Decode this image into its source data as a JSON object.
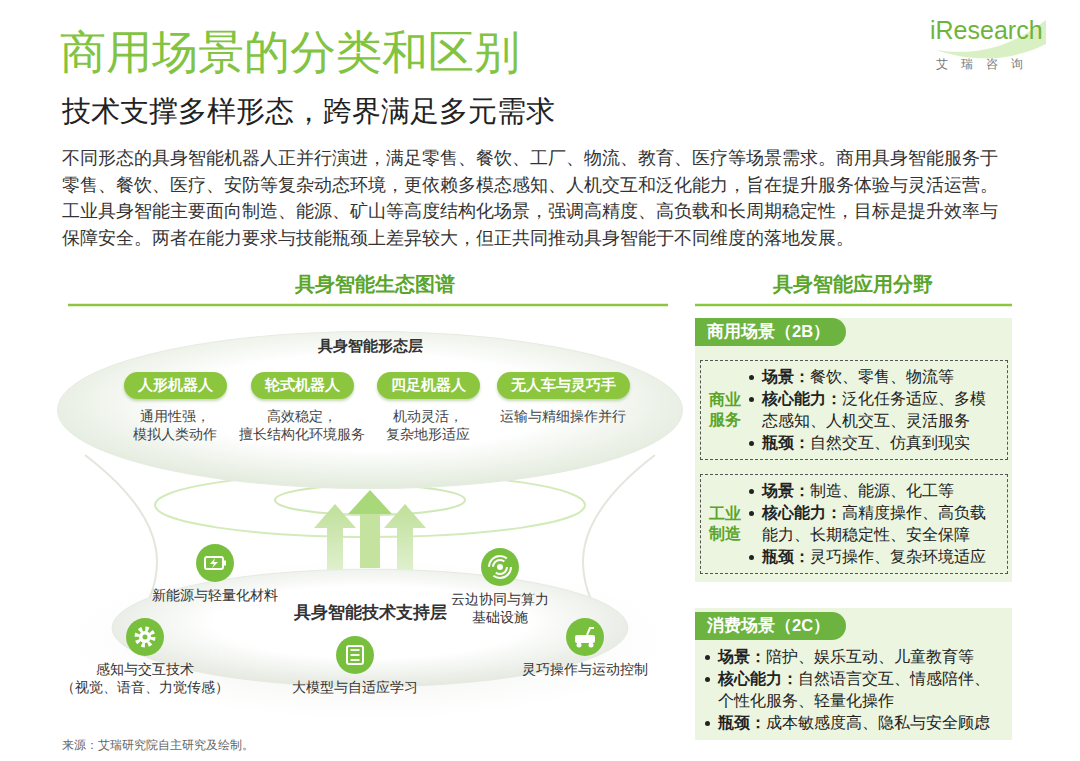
{
  "diagram": {
    "title": "商用场景的分类和区别",
    "caption": "来源：艾瑞研究院自主研究及绘制。",
    "nodes": [
      {
        "text": [
          "具身智能形态层"
        ]
      },
      {
        "text": [
          "人形机器人",
          "通用性强， 模拟人类动作"
        ],
        "in": 0
      },
      {
        "text": [
          "轮式机器人",
          "高效稳定， 擅长结构化环境服务"
        ],
        "in": 0
      },
      {
        "text": [
          "四足机器人",
          "机动灵活， 复杂地形适应"
        ],
        "in": 0
      },
      {
        "text": [
          "无人车与灵巧手",
          "运输与精细操作并行"
        ],
        "in": 0
      },
      {
        "text": [
          "具身智能技术支持层"
        ]
      },
      {
        "text": [
          "新能源与轻量化材料"
        ],
        "in": 5
      },
      {
        "text": [
          "云边协同与算力 基础设施"
        ],
        "in": 5
      },
      {
        "text": [
          "感知与交互技术 （视觉、语音、力觉传感）"
        ],
        "in": 5
      },
      {
        "text": [
          "大模型与自适应学习"
        ],
        "in": 5
      },
      {
        "text": [
          "灵巧操作与运动控制"
        ],
        "in": 5
      },
      {
        "text": [
          "商用场景（2B）"
        ]
      },
      {
        "text": [
          "商业 服务",
          "场景：餐饮、零售、物流等",
          "核心能力：泛化任务适应、多模 态感知、人机交互、灵活服务",
          "瓶颈：自然交互、仿真到现实"
        ],
        "in": 11
      },
      {
        "text": [
          "工业 制造",
          "场景：制造、能源、化工等",
          "核心能力：高精度操作、高负载 能力、长期稳定性、安全保障",
          "瓶颈：灵巧操作、复杂环境适应"
        ],
        "in": 11
      },
      {
        "text": [
          "消费场景（2C）",
          "场景：陪护、娱乐互动、儿童教育等",
          "核心能力：自然语言交互、情感陪伴、 个性化服务、轻量化操作",
          "瓶颈：成本敏感度高、隐私与安全顾虑"
        ]
      }
    ],
    "edges": [
      {
        "from": 5,
        "to": 0,
        "arrow": "to"
      }
    ],
    "labels": [
      "技术支撑多样形态，跨界满足多元需求",
      "不同形态的具身智能机器人正并行演进，满足零售、餐饮、工厂、物流、教育、医疗等场景需求。商用具身智能服务于 零售、餐饮、医疗、安防等复杂动态环境，更依赖多模态感知、人机交互和泛化能力，旨在提升服务体验与灵活运营。 工业具身智能主要面向制造、能源、矿山等高度结构化场景，强调高精度、高负载和长周期稳定性，目标是提升效率与 保障安全。两者在能力要求与技能瓶颈上差异较大，但正共同推动具身智能于不同维度的落地发展。",
      "具身智能生态图谱",
      "具身智能应用分野",
      "iResearch",
      "艾瑞咨询"
    ]
  }
}
